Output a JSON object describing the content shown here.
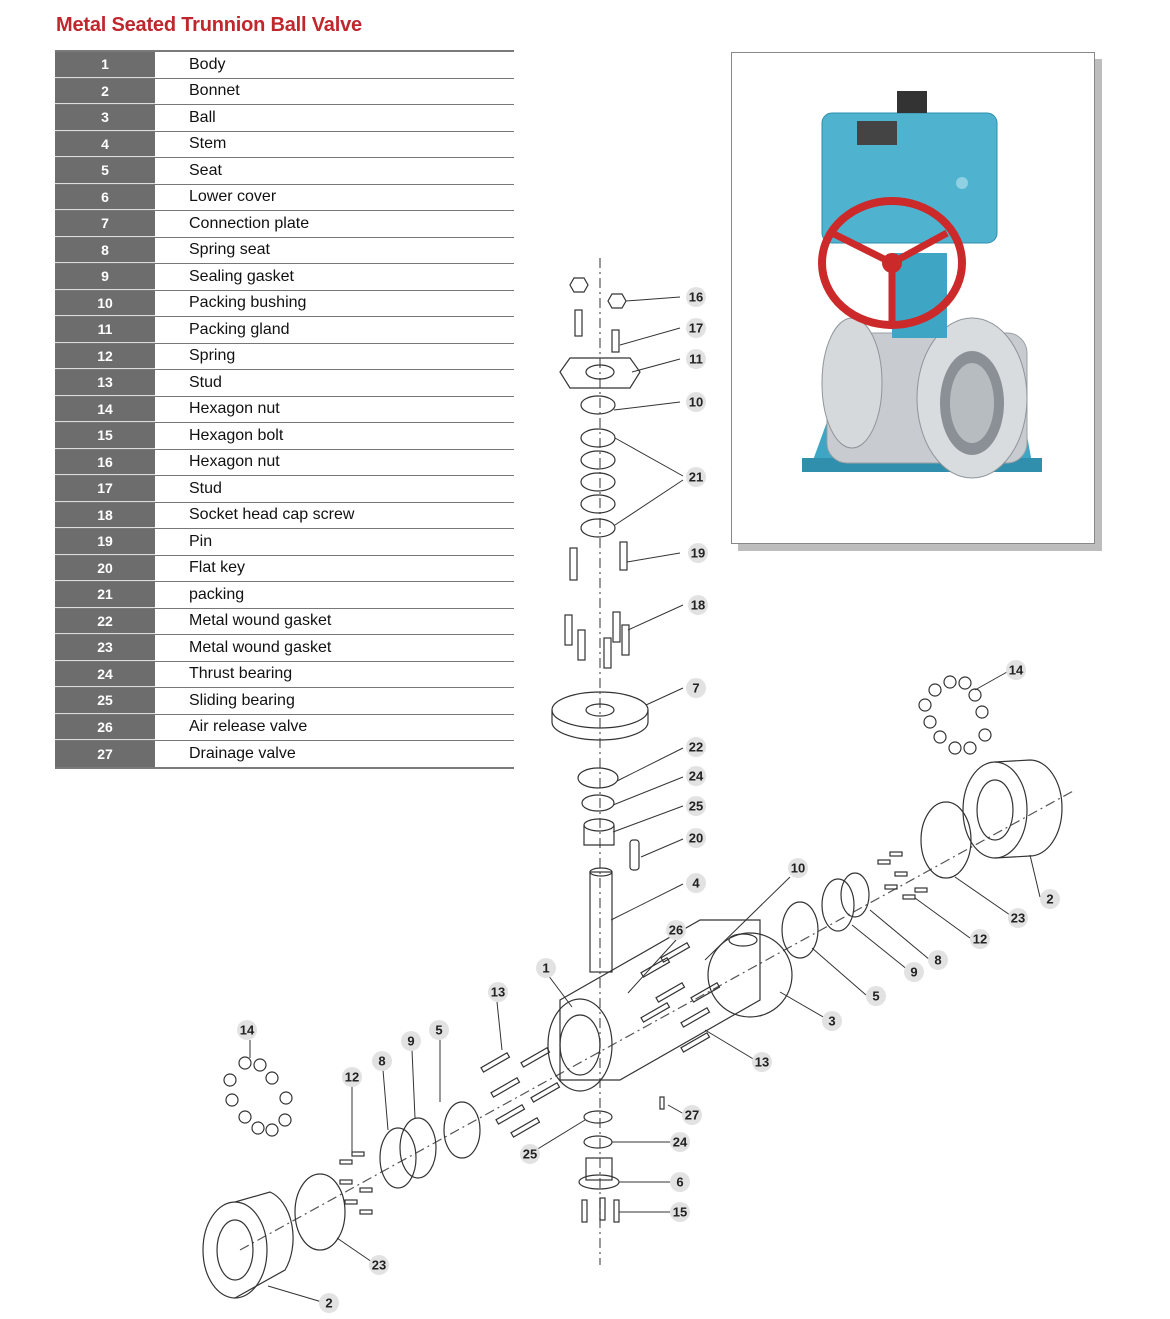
{
  "title": "Metal Seated Trunnion Ball Valve",
  "parts": [
    {
      "no": "1",
      "name": "Body"
    },
    {
      "no": "2",
      "name": "Bonnet"
    },
    {
      "no": "3",
      "name": "Ball"
    },
    {
      "no": "4",
      "name": "Stem"
    },
    {
      "no": "5",
      "name": "Seat"
    },
    {
      "no": "6",
      "name": "Lower cover"
    },
    {
      "no": "7",
      "name": "Connection plate"
    },
    {
      "no": "8",
      "name": "Spring seat"
    },
    {
      "no": "9",
      "name": "Sealing gasket"
    },
    {
      "no": "10",
      "name": "Packing bushing"
    },
    {
      "no": "11",
      "name": "Packing gland"
    },
    {
      "no": "12",
      "name": "Spring"
    },
    {
      "no": "13",
      "name": "Stud"
    },
    {
      "no": "14",
      "name": "Hexagon nut"
    },
    {
      "no": "15",
      "name": "Hexagon bolt"
    },
    {
      "no": "16",
      "name": "Hexagon nut"
    },
    {
      "no": "17",
      "name": "Stud"
    },
    {
      "no": "18",
      "name": "Socket head cap screw"
    },
    {
      "no": "19",
      "name": "Pin"
    },
    {
      "no": "20",
      "name": "Flat key"
    },
    {
      "no": "21",
      "name": "packing"
    },
    {
      "no": "22",
      "name": "Metal wound gasket"
    },
    {
      "no": "23",
      "name": "Metal wound gasket"
    },
    {
      "no": "24",
      "name": "Thrust bearing"
    },
    {
      "no": "25",
      "name": "Sliding bearing"
    },
    {
      "no": "26",
      "name": "Air release valve"
    },
    {
      "no": "27",
      "name": "Drainage valve"
    }
  ],
  "callouts": {
    "c16": "16",
    "c17": "17",
    "c11": "11",
    "c10a": "10",
    "c21": "21",
    "c19": "19",
    "c18": "18",
    "c7": "7",
    "c22": "22",
    "c24a": "24",
    "c25a": "25",
    "c20": "20",
    "c4": "4",
    "c26": "26",
    "c1": "1",
    "c10b": "10",
    "c3": "3",
    "c5a": "5",
    "c9a": "9",
    "c8a": "8",
    "c12a": "12",
    "c23a": "23",
    "c2a": "2",
    "c14a": "14",
    "c13a": "13",
    "c13b": "13",
    "c14b": "14",
    "c12b": "12",
    "c8b": "8",
    "c9b": "9",
    "c5b": "5",
    "c27": "27",
    "c24b": "24",
    "c25b": "25",
    "c6": "6",
    "c15": "15",
    "c23b": "23",
    "c2b": "2"
  },
  "colors": {
    "title": "#c0272d",
    "number_cell": "#6d6d6d",
    "actuator": "#4fb3cf",
    "handwheel": "#cc2a2a",
    "valve_body": "#c8ccd0"
  }
}
